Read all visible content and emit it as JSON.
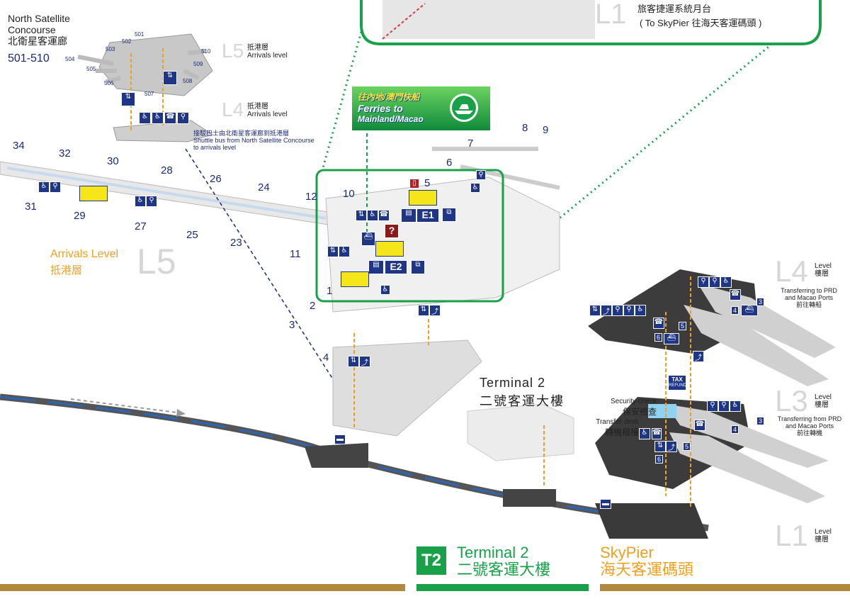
{
  "top_inset": {
    "level": "L1",
    "line1": "旅客捷運系統月台",
    "line2": "( To SkyPier 往海天客運碼頭 )"
  },
  "north_concourse": {
    "title_en_1": "North Satellite",
    "title_en_2": "Concourse",
    "title_zh": "北衛星客運廊",
    "gates_range": "501-510",
    "gates": [
      "501",
      "502",
      "503",
      "504",
      "505",
      "506",
      "507",
      "508",
      "509",
      "510"
    ],
    "level_top": {
      "code": "L5",
      "zh": "抵港層",
      "en": "Arrivals level"
    },
    "level_bottom": {
      "code": "L4",
      "zh": "抵港層",
      "en": "Arrivals level"
    },
    "shuttle_zh": "接駁巴士由北衛星客運廊到抵港層",
    "shuttle_en_1": "Shuttle bus from North Satellite Concourse",
    "shuttle_en_2": "to arrivals level"
  },
  "main_gates": [
    "34",
    "32",
    "30",
    "28",
    "26",
    "24",
    "31",
    "29",
    "27",
    "25",
    "23",
    "12",
    "10",
    "11",
    "1",
    "2",
    "3",
    "4",
    "5",
    "6",
    "7",
    "8",
    "9"
  ],
  "arrivals_level": {
    "en": "Arrivals Level",
    "zh": "抵港層",
    "code": "L5"
  },
  "ferries_sign": {
    "zh": "往內地/澳門快船",
    "en_1": "Ferries to",
    "en_2": "Mainland/Macao"
  },
  "halls": {
    "e1": "E1",
    "e2": "E2",
    "question": "?"
  },
  "terminal2_block": {
    "en": "Terminal 2",
    "zh": "二號客運大樓"
  },
  "skypier": {
    "l4": {
      "code": "L4",
      "label_en": "Level",
      "label_zh": "樓層",
      "note_en_1": "Transferring to PRD",
      "note_en_2": "and Macao Ports",
      "note_zh": "前往轉船"
    },
    "l3": {
      "code": "L3",
      "label_en": "Level",
      "label_zh": "樓層",
      "note_en_1": "Transferring from PRD",
      "note_en_2": "and Macao Ports",
      "note_zh": "前往轉機"
    },
    "l1": {
      "code": "L1",
      "label_en": "Level",
      "label_zh": "樓層"
    },
    "security_en": "Security check",
    "security_zh": "保安檢查",
    "transfer_en": "Transfer desk",
    "transfer_zh": "轉機櫃檯",
    "tax_1": "TAX",
    "tax_2": "REFUND",
    "nums": [
      "3",
      "4",
      "5",
      "6",
      "3",
      "4",
      "5",
      "6"
    ]
  },
  "legend": {
    "t2_badge": "T2",
    "t2_en": "Terminal 2",
    "t2_zh": "二號客運大樓",
    "sp_en": "SkyPier",
    "sp_zh": "海天客運碼頭"
  },
  "colors": {
    "navy": "#1b2a78",
    "green": "#19a14a",
    "orange": "#f0a020",
    "gold": "#b08a3a",
    "yellow": "#f4e61a",
    "level_grey": "#d6d6d6"
  }
}
